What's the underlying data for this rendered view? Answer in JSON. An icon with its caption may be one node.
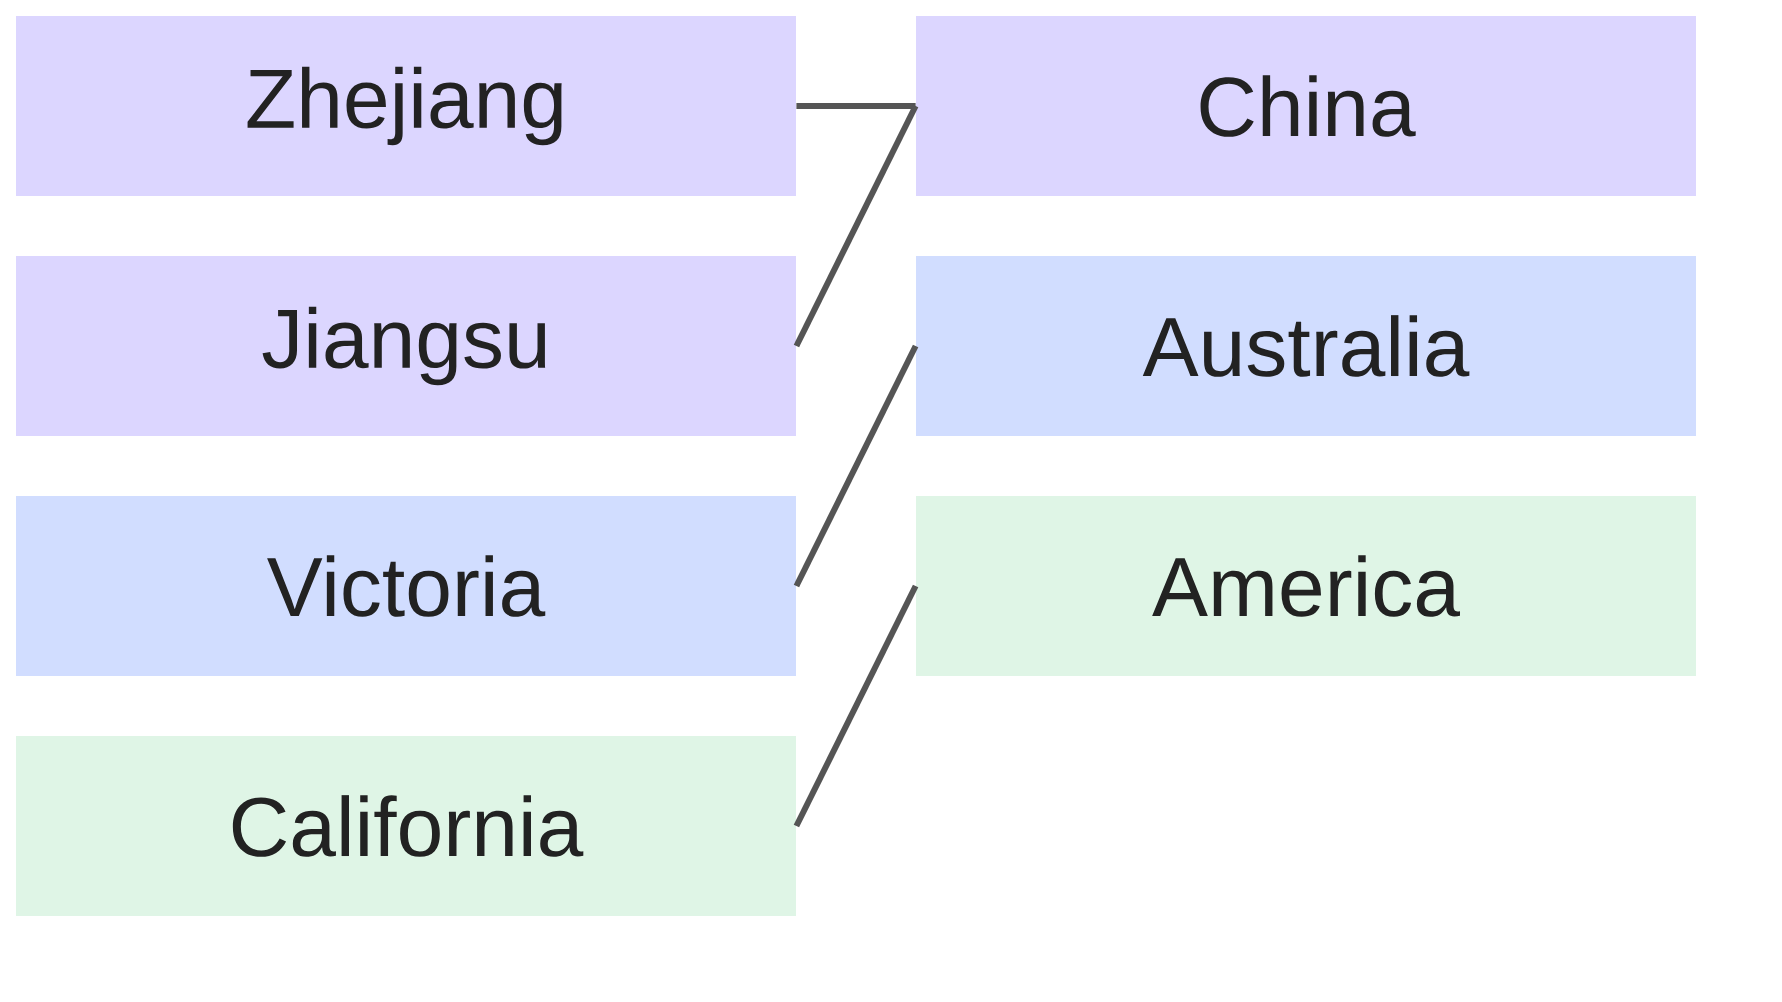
{
  "diagram": {
    "nodes": [
      {
        "text": [
          "Zhejiang"
        ]
      },
      {
        "text": [
          "China"
        ]
      },
      {
        "text": [
          "Jiangsu"
        ]
      },
      {
        "text": [
          "Australia"
        ]
      },
      {
        "text": [
          "Victoria"
        ]
      },
      {
        "text": [
          "America"
        ]
      },
      {
        "text": [
          "California"
        ]
      }
    ],
    "edges": [
      {
        "from": 0,
        "to": 1,
        "arrow": "none"
      },
      {
        "from": 2,
        "to": 1,
        "arrow": "none"
      },
      {
        "from": 4,
        "to": 3,
        "arrow": "none"
      },
      {
        "from": 6,
        "to": 5,
        "arrow": "none"
      }
    ]
  }
}
